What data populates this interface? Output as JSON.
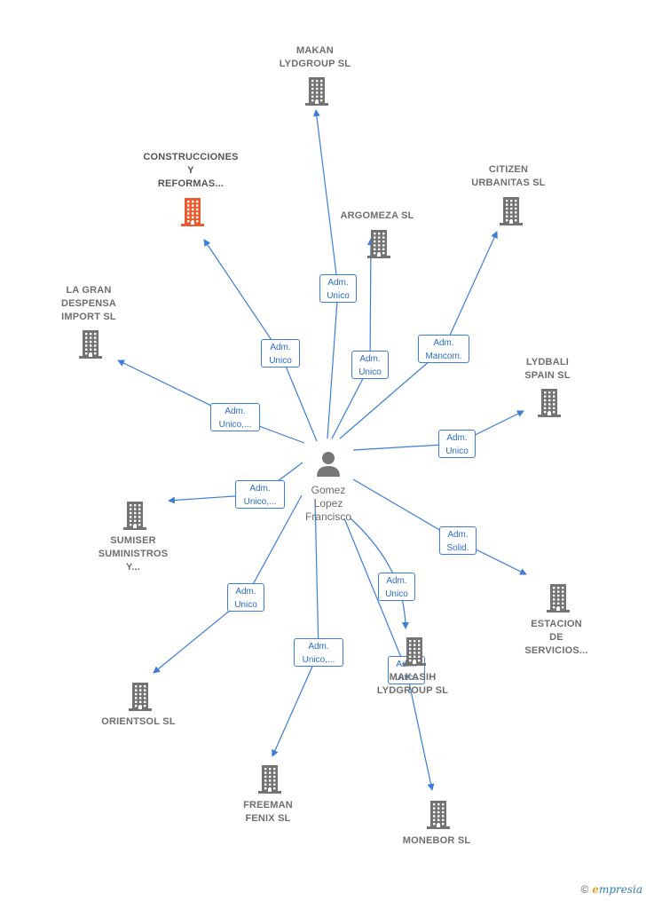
{
  "center": {
    "name": "Gomez\nLopez\nFrancisco",
    "icon": "person-icon"
  },
  "colors": {
    "edge": "#3b7dd8",
    "building": "#737373",
    "building_highlight": "#ee5a2f"
  },
  "companies": [
    {
      "id": "makan",
      "label": "MAKAN\nLYDGROUP  SL",
      "highlight": false
    },
    {
      "id": "construcciones",
      "label": "CONSTRUCCIONES\nY\nREFORMAS...",
      "highlight": true
    },
    {
      "id": "argomeza",
      "label": "ARGOMEZA SL",
      "highlight": false
    },
    {
      "id": "citizen",
      "label": "CITIZEN\nURBANITAS SL",
      "highlight": false
    },
    {
      "id": "lagran",
      "label": "LA GRAN\nDESPENSA\nIMPORT  SL",
      "highlight": false
    },
    {
      "id": "lydbali",
      "label": "LYDBALI\nSPAIN  SL",
      "highlight": false
    },
    {
      "id": "sumiser",
      "label": "SUMISER\nSUMINISTROS\nY...",
      "highlight": false
    },
    {
      "id": "estacion",
      "label": "ESTACION\nDE\nSERVICIOS...",
      "highlight": false
    },
    {
      "id": "makasih",
      "label": "MAKASIH\nLYDGROUP  SL",
      "highlight": false
    },
    {
      "id": "orientsol",
      "label": "ORIENTSOL SL",
      "highlight": false
    },
    {
      "id": "freeman",
      "label": "FREEMAN\nFENIX SL",
      "highlight": false
    },
    {
      "id": "monebor",
      "label": "MONEBOR SL",
      "highlight": false
    }
  ],
  "relations": [
    {
      "to": "makan",
      "role": "Adm.\nUnico"
    },
    {
      "to": "construcciones",
      "role": "Adm.\nUnico"
    },
    {
      "to": "argomeza",
      "role": "Adm.\nUnico"
    },
    {
      "to": "citizen",
      "role": "Adm.\nMancom."
    },
    {
      "to": "lagran",
      "role": "Adm.\nUnico,..."
    },
    {
      "to": "lydbali",
      "role": "Adm.\nUnico"
    },
    {
      "to": "sumiser",
      "role": "Adm.\nUnico,..."
    },
    {
      "to": "estacion",
      "role": "Adm.\nSolid."
    },
    {
      "to": "makasih",
      "role": "Adm.\nUnico"
    },
    {
      "to": "orientsol",
      "role": "Adm.\nUnico"
    },
    {
      "to": "freeman",
      "role": "Adm.\nUnico,..."
    },
    {
      "to": "monebor",
      "role": "Adm.\nUnico"
    }
  ],
  "footer": {
    "copyright": "©",
    "brand_initial": "e",
    "brand_rest": "mpresia"
  }
}
